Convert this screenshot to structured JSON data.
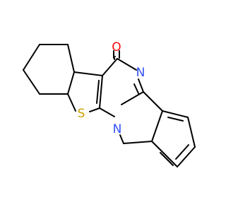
{
  "molecule": {
    "atoms": [
      {
        "id": "O",
        "symbol": "O",
        "color": "#ff0d0d"
      },
      {
        "id": "N1",
        "symbol": "N",
        "color": "#3050f8"
      },
      {
        "id": "N2",
        "symbol": "N",
        "color": "#3050f8"
      },
      {
        "id": "S",
        "symbol": "S",
        "color": "#c8a000"
      }
    ],
    "bond_color": "#000000"
  }
}
